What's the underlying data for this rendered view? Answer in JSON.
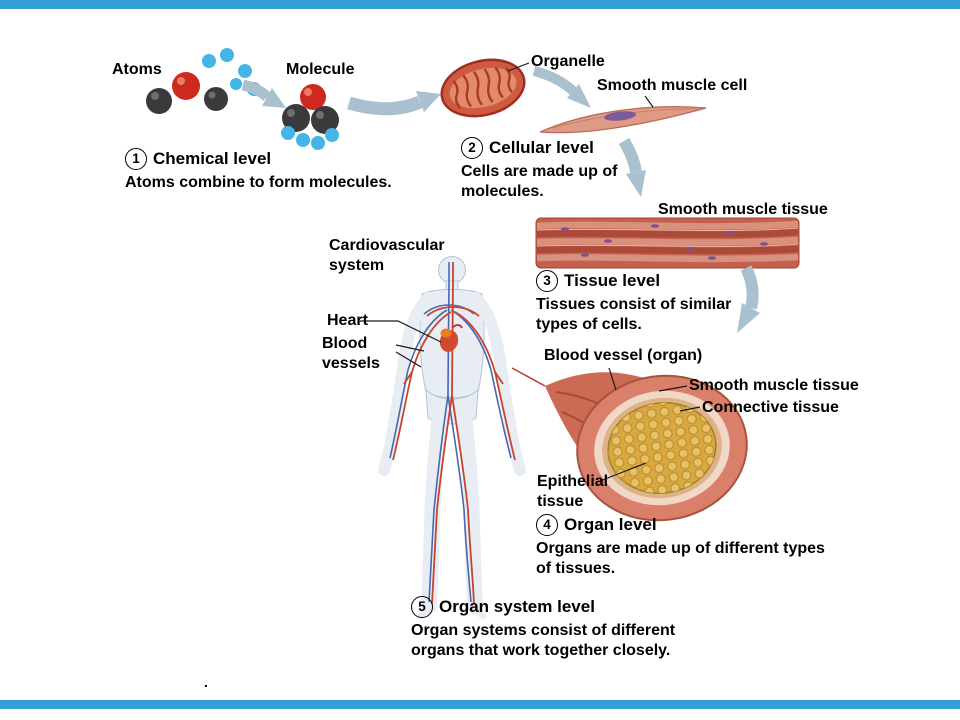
{
  "colors": {
    "frame_blue": "#339fd6",
    "arrow_gray_blue": "#a9c0cf",
    "atom_red": "#cc2a1e",
    "atom_black": "#3a3a3c",
    "atom_blue": "#45b5e8",
    "muscle_red": "#c4604e",
    "nucleus_purple": "#7d5a9b",
    "vessel_outer_pink": "#d97f6a",
    "vessel_connective": "#f1d7c6",
    "vessel_epithelial_yellow": "#d9a93f",
    "vein_blue": "#4a67b0",
    "artery_red": "#c64531"
  },
  "labels": {
    "atoms": "Atoms",
    "molecule": "Molecule",
    "organelle": "Organelle",
    "smooth_muscle_cell": "Smooth muscle cell",
    "smooth_muscle_tissue": "Smooth muscle tissue",
    "cardiovascular_system": "Cardiovascular\nsystem",
    "heart": "Heart",
    "blood_vessels": "Blood\nvessels",
    "blood_vessel_organ": "Blood vessel (organ)",
    "vessel_smooth_muscle_tissue": "Smooth muscle tissue",
    "connective_tissue": "Connective tissue",
    "epithelial_tissue": "Epithelial\ntissue",
    "stray_period": "."
  },
  "levels": [
    {
      "number": "1",
      "title": "Chemical level",
      "description": "Atoms combine to form molecules."
    },
    {
      "number": "2",
      "title": "Cellular level",
      "description": "Cells are made up of\nmolecules."
    },
    {
      "number": "3",
      "title": "Tissue level",
      "description": "Tissues consist of similar\ntypes of cells."
    },
    {
      "number": "4",
      "title": "Organ level",
      "description": "Organs are made up of different types\nof tissues."
    },
    {
      "number": "5",
      "title": "Organ system level",
      "description": "Organ systems consist of different\norgans that work together closely."
    }
  ]
}
